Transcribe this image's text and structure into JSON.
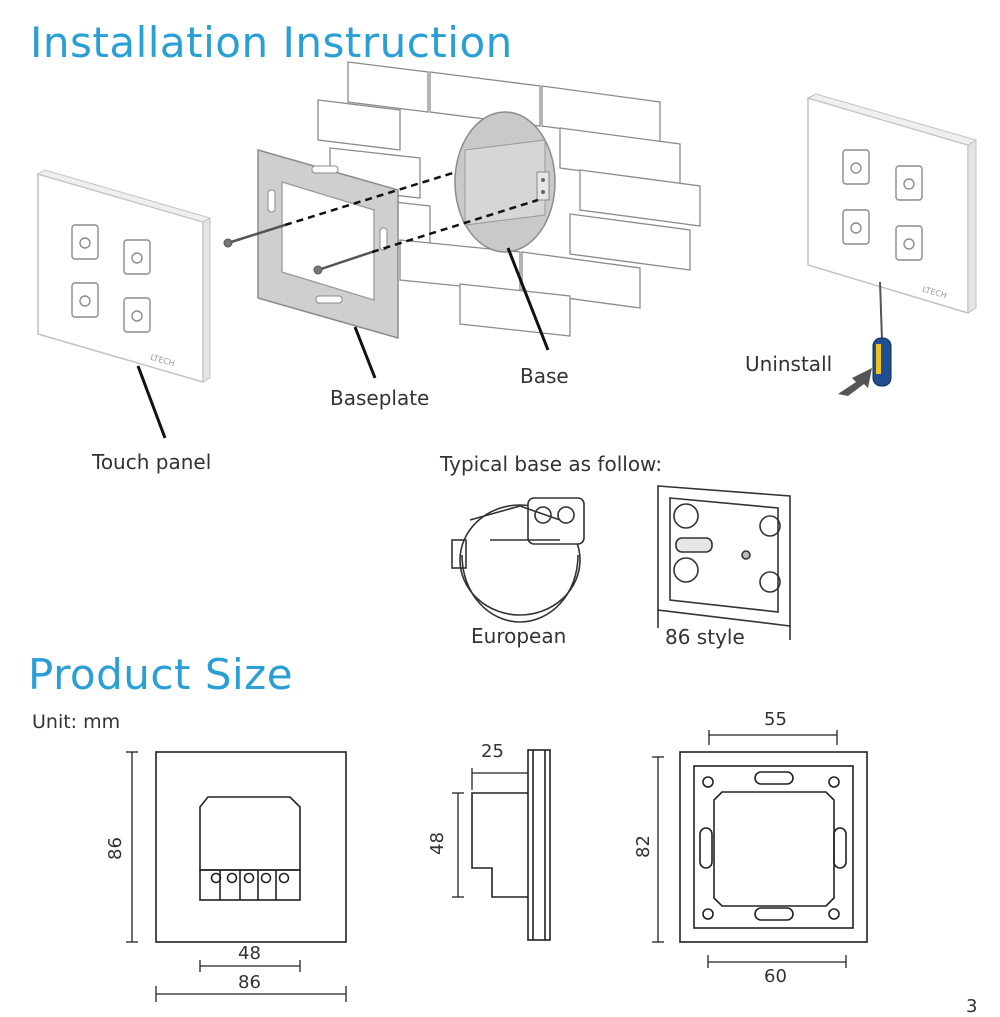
{
  "installation": {
    "title": "Installation Instruction",
    "labels": {
      "touch_panel": "Touch panel",
      "baseplate": "Baseplate",
      "base": "Base",
      "uninstall": "Uninstall",
      "typical_base": "Typical base as follow:",
      "european": "European",
      "style_86": "86 style"
    },
    "panel_brand": "LTECH"
  },
  "product_size": {
    "title": "Product Size",
    "unit": "Unit: mm",
    "front_height": "86",
    "front_width": "86",
    "front_inner_width": "48",
    "side_depth": "25",
    "side_height": "48",
    "back_height": "82",
    "back_top_width": "55",
    "back_bottom_width": "60"
  },
  "page_number": "3",
  "colors": {
    "heading": "#2a9fd6",
    "line": "#333333",
    "panel_edge": "#bdbdbd"
  }
}
